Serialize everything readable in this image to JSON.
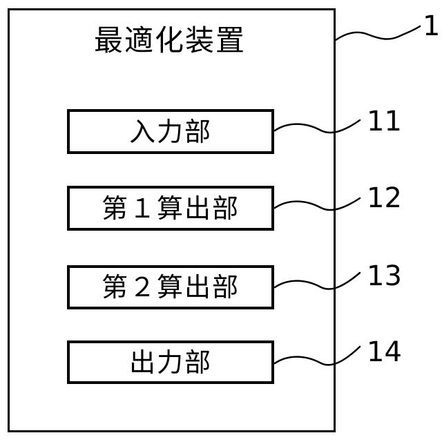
{
  "figure": {
    "type": "block-diagram",
    "colors": {
      "background": "#ffffff",
      "line": "#000000",
      "text": "#000000"
    },
    "device": {
      "title": "最適化装置",
      "ref_label": "1",
      "units": [
        {
          "label": "入力部",
          "ref_label": "11"
        },
        {
          "label": "第１算出部",
          "ref_label": "12"
        },
        {
          "label": "第２算出部",
          "ref_label": "13"
        },
        {
          "label": "出力部",
          "ref_label": "14"
        }
      ]
    }
  }
}
